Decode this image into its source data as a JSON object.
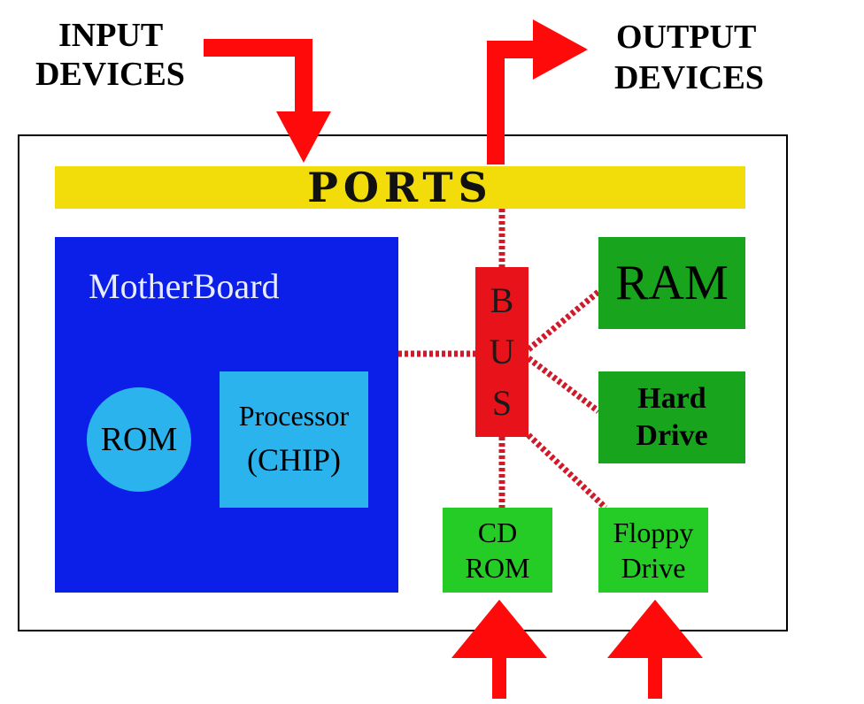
{
  "labels": {
    "input_line1": "INPUT",
    "input_line2": "DEVICES",
    "output_line1": "OUTPUT",
    "output_line2": "DEVICES"
  },
  "ports": "PORTS",
  "motherboard": {
    "title": "MotherBoard",
    "rom": "ROM",
    "processor_line1": "Processor",
    "processor_line2": "(CHIP)"
  },
  "bus": [
    "B",
    "U",
    "S"
  ],
  "components": {
    "ram": "RAM",
    "hard_drive_line1": "Hard",
    "hard_drive_line2": "Drive",
    "cdrom_line1": "CD",
    "cdrom_line2": "ROM",
    "floppy_line1": "Floppy",
    "floppy_line2": "Drive"
  },
  "colors": {
    "arrow": "#ff0a0a",
    "ports": "#f2dc0a",
    "motherboard": "#0b1fe8",
    "chip": "#2bb3ee",
    "bus": "#e8131a",
    "device_dark": "#19a41e",
    "device_light": "#26cc26",
    "connector": "#d01a2a"
  }
}
